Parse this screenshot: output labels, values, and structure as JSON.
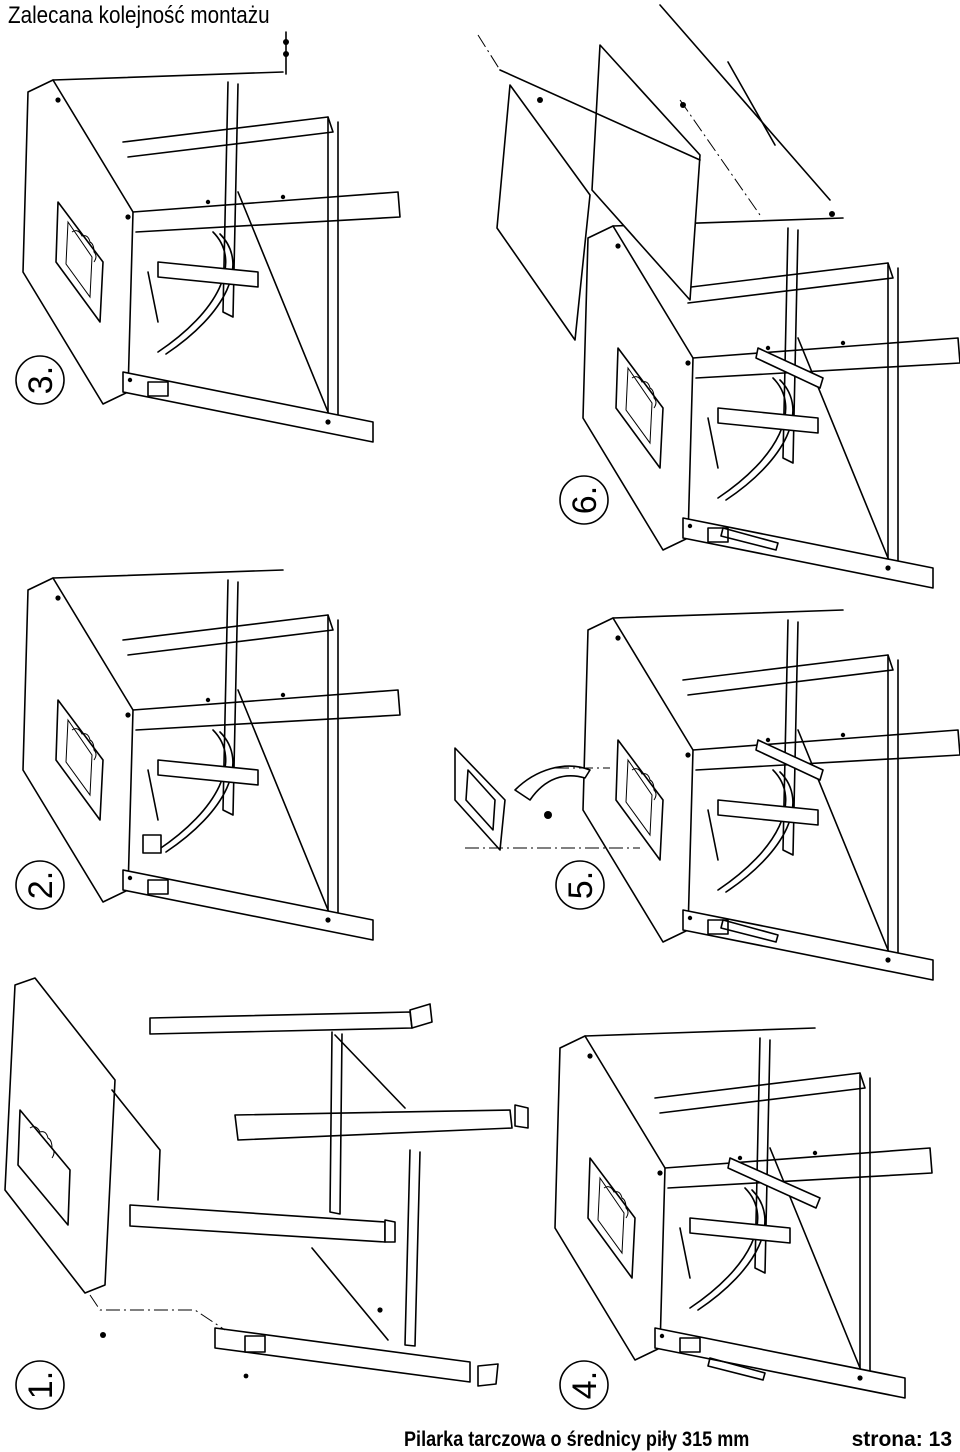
{
  "header": {
    "title": "Zalecana kolejność montażu"
  },
  "steps": {
    "s1": "1.",
    "s2": "2.",
    "s3": "3.",
    "s4": "4.",
    "s5": "5.",
    "s6": "6."
  },
  "footer": {
    "product": "Pilarka tarczowa o średnicy piły 315 mm",
    "page_label": "strona:",
    "page_number": "13"
  }
}
